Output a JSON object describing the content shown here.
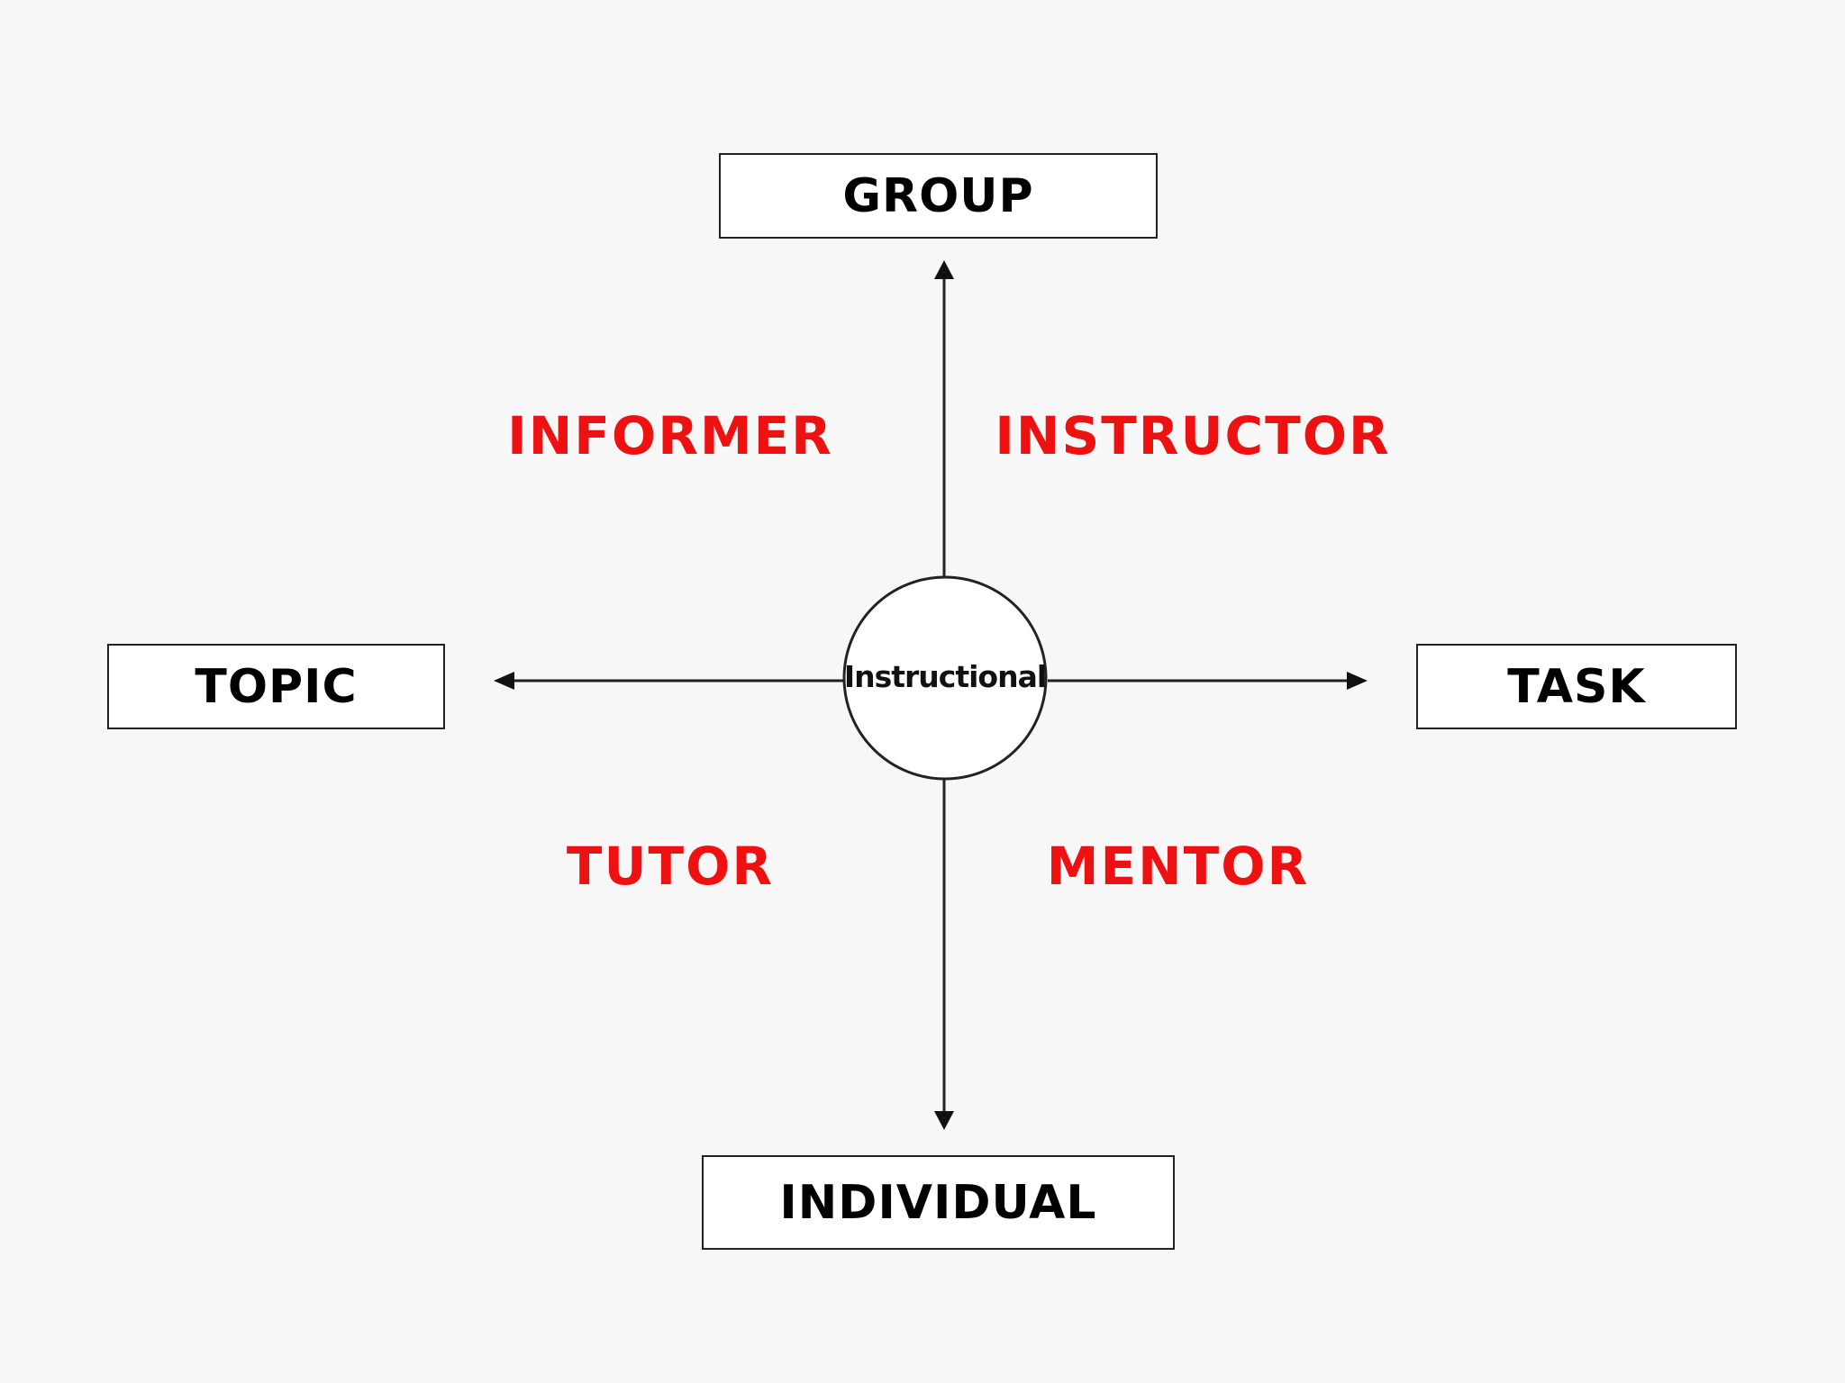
{
  "diagram": {
    "center": {
      "label": "Instructional"
    },
    "axes": {
      "top": {
        "label": "GROUP"
      },
      "bottom": {
        "label": "INDIVIDUAL"
      },
      "left": {
        "label": "TOPIC"
      },
      "right": {
        "label": "TASK"
      }
    },
    "quadrants": {
      "top_left": {
        "label": "INFORMER"
      },
      "top_right": {
        "label": "INSTRUCTOR"
      },
      "bottom_left": {
        "label": "TUTOR"
      },
      "bottom_right": {
        "label": "MENTOR"
      }
    },
    "colors": {
      "background": "#f7f7f7",
      "role_text": "#ee1111",
      "axis_text": "#000000",
      "lines": "#222222"
    }
  }
}
